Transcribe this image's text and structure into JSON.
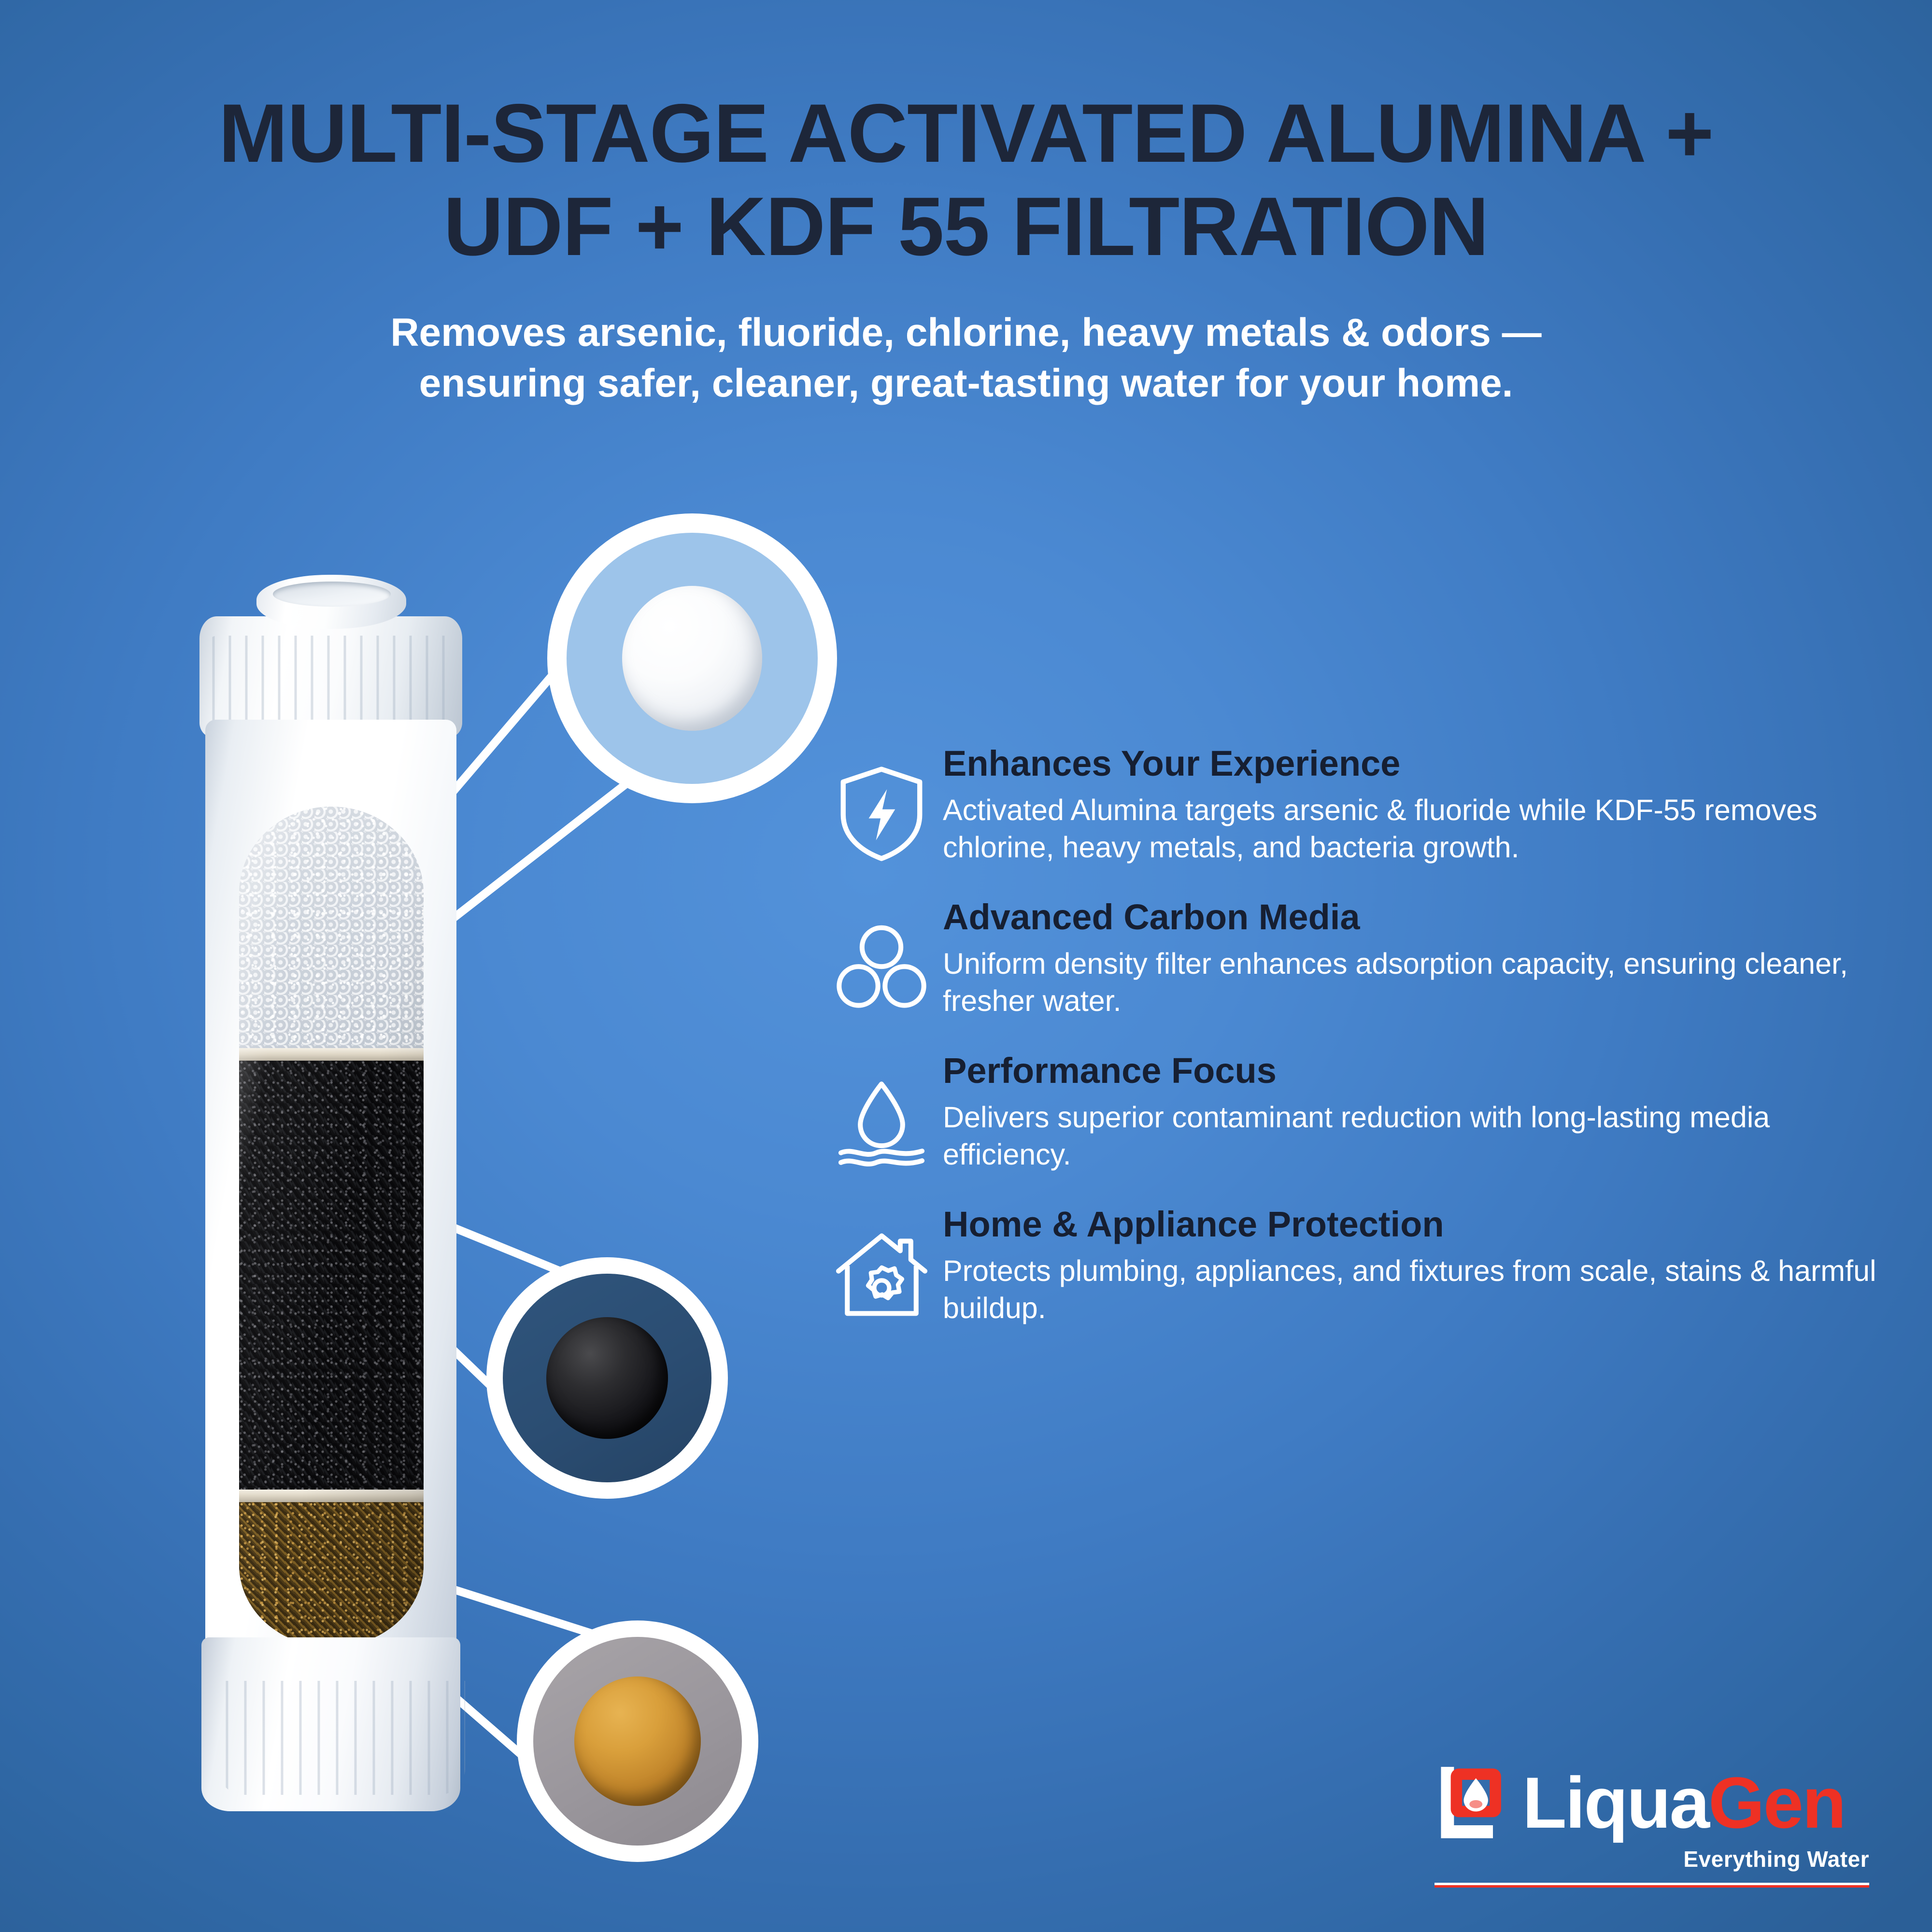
{
  "header": {
    "title_line1": "MULTI-STAGE ACTIVATED ALUMINA +",
    "title_line2": "UDF + KDF 55 FILTRATION",
    "subtitle_line1": "Removes arsenic, fluoride, chlorine, heavy metals & odors —",
    "subtitle_line2": "ensuring safer, cleaner, great-tasting water for your home."
  },
  "product": {
    "name": "water-filter-cartridge",
    "media_layers": [
      {
        "name": "activated-alumina",
        "color": "#d2d8e0"
      },
      {
        "name": "activated-carbon",
        "color": "#0d0d0f"
      },
      {
        "name": "kdf-55",
        "color": "#6f5420"
      }
    ]
  },
  "callouts": [
    {
      "name": "alumina-bead-callout",
      "media": "Activated Alumina",
      "bead_color": "#ffffff",
      "ring_color": "#ffffff",
      "inner_color": "#9dc4ea"
    },
    {
      "name": "carbon-granule-callout",
      "media": "Activated Carbon",
      "bead_color": "#16161a",
      "ring_color": "#ffffff",
      "inner_color": "#2b4d72"
    },
    {
      "name": "kdf-granule-callout",
      "media": "KDF 55",
      "bead_color": "#d99f3b",
      "ring_color": "#ffffff",
      "inner_color": "#9a969c"
    }
  ],
  "features": [
    {
      "icon": "shield-bolt-icon",
      "title": "Enhances Your Experience",
      "desc": "Activated Alumina targets arsenic & fluoride while KDF-55 removes chlorine, heavy metals, and bacteria growth."
    },
    {
      "icon": "three-circles-icon",
      "title": "Advanced Carbon Media",
      "desc": "Uniform density filter enhances adsorption capacity, ensuring cleaner, fresher water."
    },
    {
      "icon": "water-droplet-waves-icon",
      "title": "Performance Focus",
      "desc": "Delivers superior contaminant reduction with long-lasting media efficiency."
    },
    {
      "icon": "house-gear-icon",
      "title": "Home & Appliance Protection",
      "desc": "Protects plumbing, appliances, and fixtures from scale, stains & harmful buildup."
    }
  ],
  "logo": {
    "word_primary": "Liqua",
    "word_secondary": "Gen",
    "tagline": "Everything Water",
    "color_primary": "#ffffff",
    "color_secondary": "#ee3124"
  },
  "colors": {
    "background_center": "#5392da",
    "background_edge": "#2b5f97",
    "title_dark": "#1d2639",
    "text_white": "#ffffff",
    "brand_red": "#ee3124"
  }
}
